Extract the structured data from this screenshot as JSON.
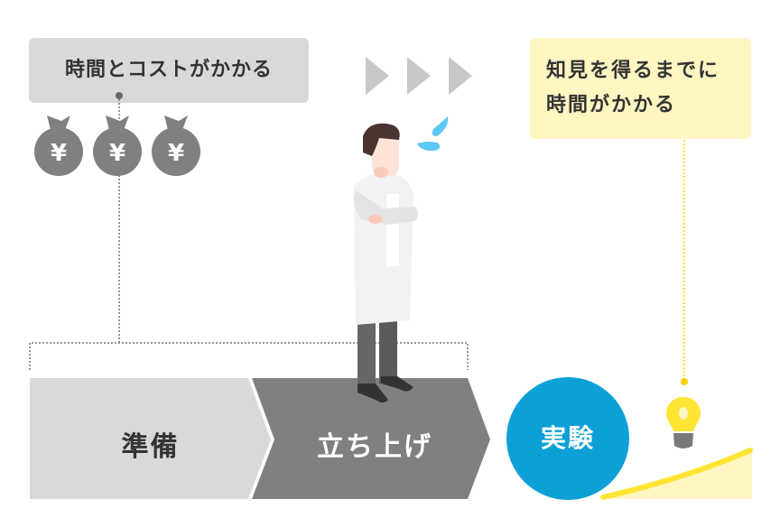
{
  "callouts": {
    "cost": "時間とコストがかかる",
    "insight": [
      "知見を得るまでに",
      "時間がかかる"
    ]
  },
  "stages": [
    {
      "label": "準備",
      "color": "#d9d9d9",
      "text_color": "#333333"
    },
    {
      "label": "立ち上げ",
      "color": "#808080",
      "text_color": "#ffffff"
    },
    {
      "label": "実験",
      "color": "#0ca0d6",
      "text_color": "#ffffff"
    }
  ],
  "icons": {
    "money_bag_symbol": "¥",
    "money_bag_count": 3,
    "progress_arrows": 3
  },
  "colors": {
    "gray_light": "#d9d9d9",
    "gray_dark": "#808080",
    "blue": "#0ca0d6",
    "yellow": "#ffe433",
    "yellow_light": "#fff6c2",
    "sweat": "#5bc8f5"
  }
}
